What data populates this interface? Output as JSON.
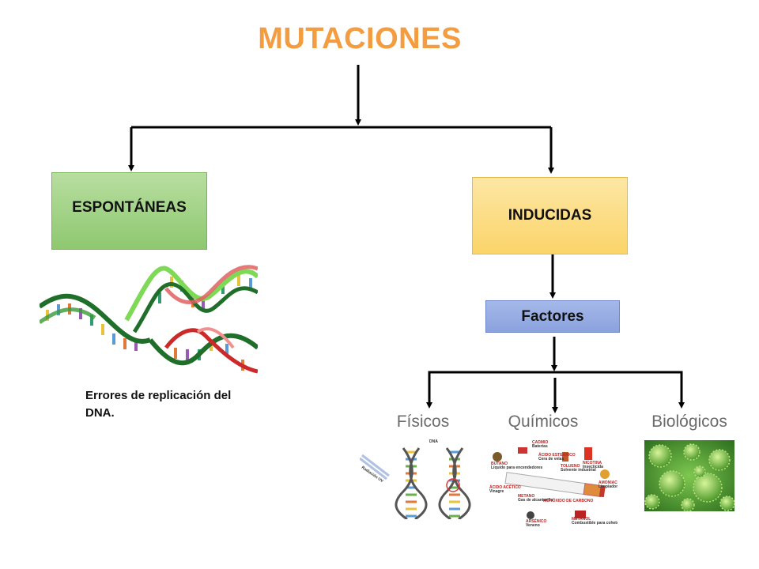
{
  "title": "MUTACIONES",
  "nodes": {
    "espontaneas": "ESPONTÁNEAS",
    "inducidas": "INDUCIDAS",
    "factores": "Factores"
  },
  "espontaneas_note": "Errores de replicación del DNA.",
  "categories": {
    "fisicos": "Físicos",
    "quimicos": "Químicos",
    "biologicos": "Biológicos"
  },
  "fisicos_image": {
    "dna_label": "DNA",
    "uv_label": "Radiación UV"
  },
  "quimicos_image": {
    "labels": [
      "CADMIO",
      "Baterías",
      "ÁCIDO ESTEÁRICO",
      "Cera de velas",
      "NICOTINA",
      "Insecticida",
      "BUTANO",
      "Líquido para encendedores",
      "TOLUENO",
      "Solvente industrial",
      "AMONIACO",
      "Limpiador de inodoros",
      "ÁCIDO ACÉTICO",
      "Vinagre",
      "METANO",
      "Gas de alcantarilla",
      "MONÓXIDO DE CARBONO",
      "ARSÉNICO",
      "Veneno",
      "METANOL",
      "Combustible para cohetes"
    ]
  },
  "colors": {
    "title": "#f39c40",
    "espontaneas_fill": "#a9d18e",
    "inducidas_fill": "#ffd966",
    "factores_fill": "#8faadc"
  }
}
